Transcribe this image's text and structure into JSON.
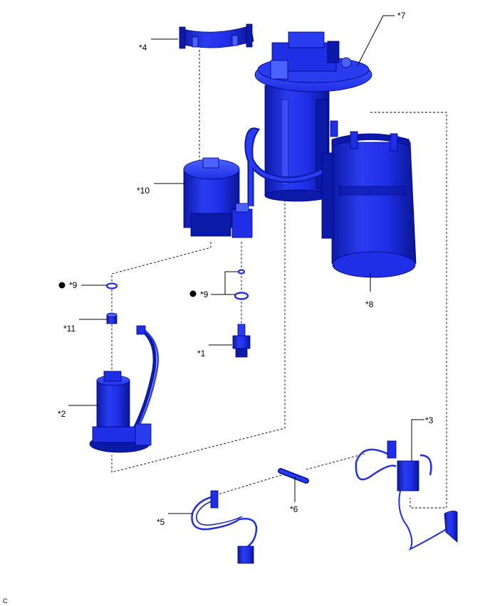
{
  "diagram": {
    "labels": {
      "p1": "*1",
      "p2": "*2",
      "p3": "*3",
      "p4": "*4",
      "p5": "*5",
      "p6": "*6",
      "p7": "*7",
      "p8": "*8",
      "p9a": "*9",
      "p9b": "*9",
      "p10": "*10",
      "p11": "*11"
    },
    "corner_code": "C",
    "part_color": "#1f2fe6",
    "part_shade": "#0c1aa8",
    "part_highlight": "#4a63ff"
  }
}
